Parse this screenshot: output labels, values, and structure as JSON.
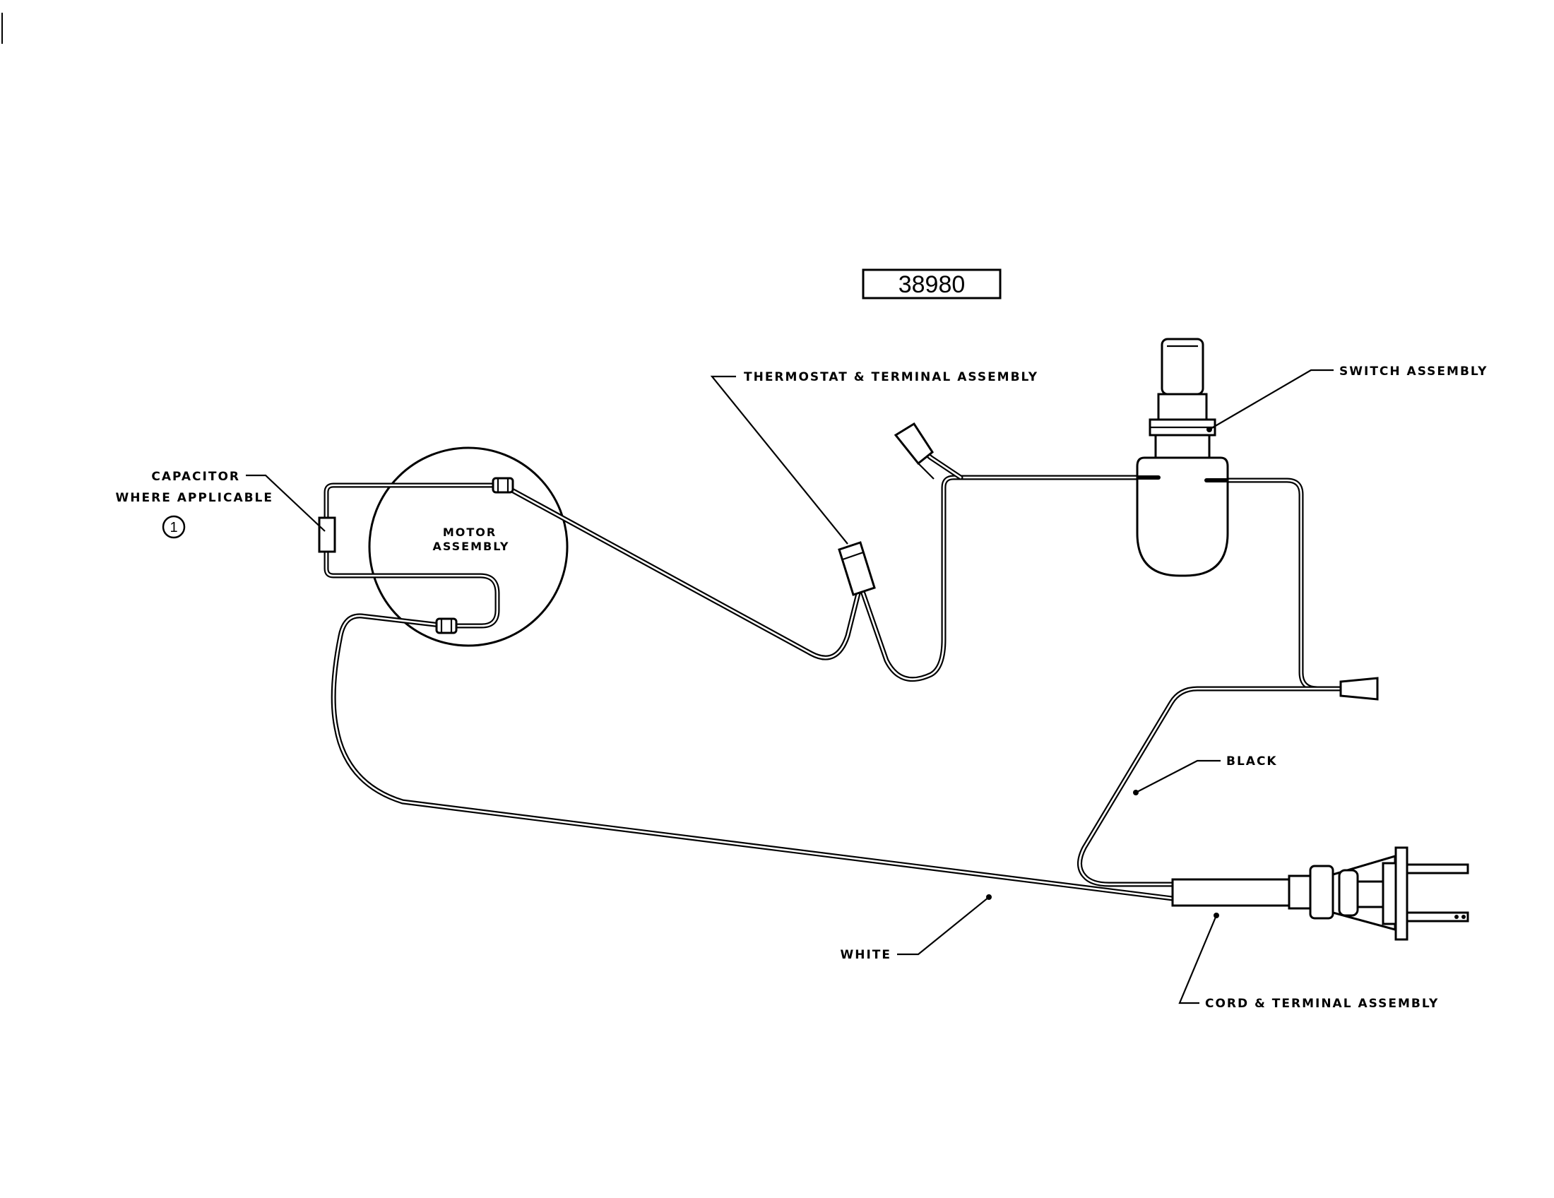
{
  "drawing_number": "38980",
  "labels": {
    "thermostat": "THERMOSTAT & TERMINAL ASSEMBLY",
    "switch": "SWITCH ASSEMBLY",
    "capacitor_line1": "CAPACITOR",
    "capacitor_line2": "WHERE APPLICABLE",
    "note_number": "1",
    "motor_line1": "MOTOR",
    "motor_line2": "ASSEMBLY",
    "black": "BLACK",
    "white": "WHITE",
    "cord": "CORD & TERMINAL ASSEMBLY"
  }
}
